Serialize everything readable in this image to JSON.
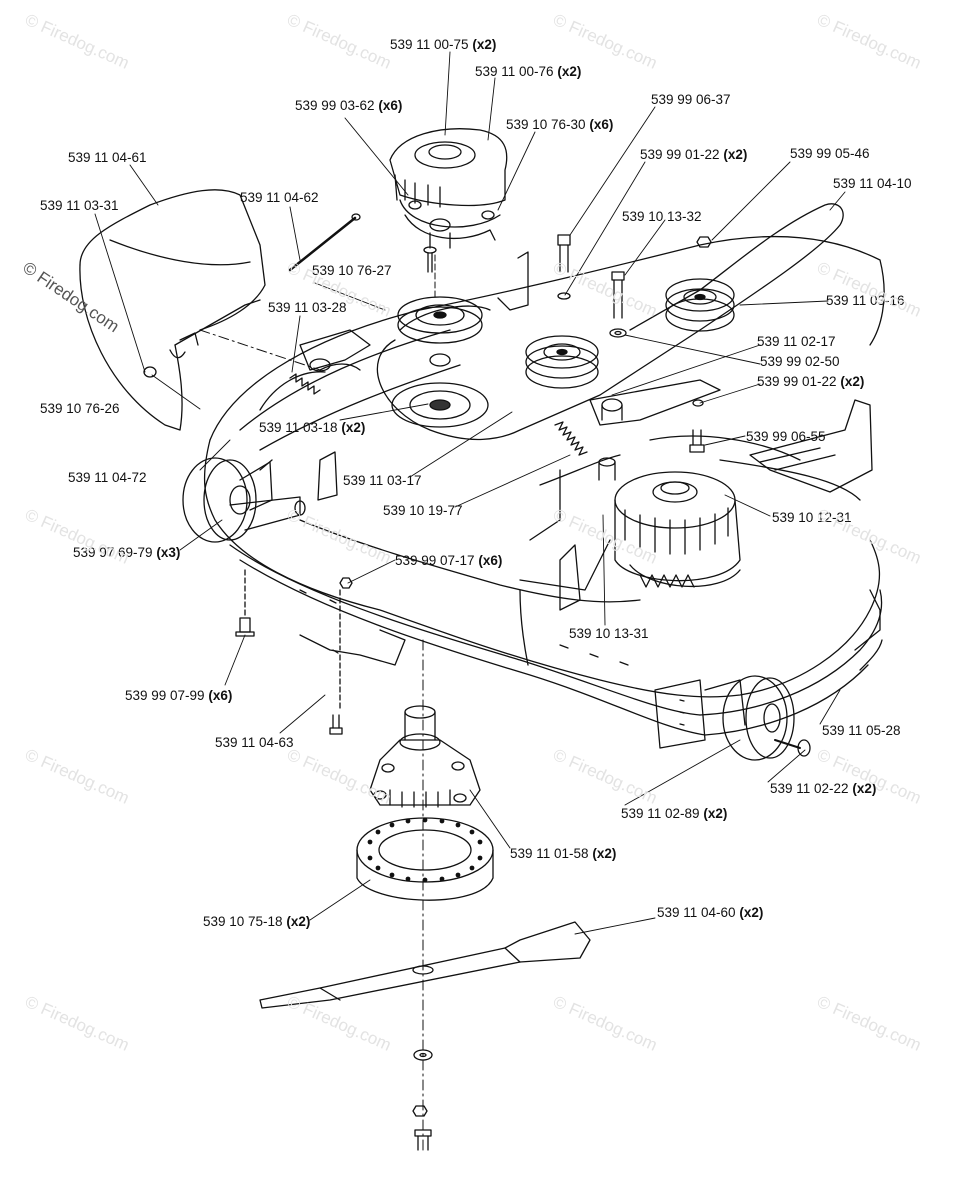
{
  "watermark": "© Firedog.com",
  "side_watermark": "© Firedog.com",
  "labels": [
    {
      "part": "539 11 00-75",
      "qty": "(x2)"
    },
    {
      "part": "539 11 00-76",
      "qty": "(x2)"
    },
    {
      "part": "539 99 03-62",
      "qty": "(x6)"
    },
    {
      "part": "539 99 06-37",
      "qty": ""
    },
    {
      "part": "539 10 76-30",
      "qty": "(x6)"
    },
    {
      "part": "539 11 04-61",
      "qty": ""
    },
    {
      "part": "539 99 01-22",
      "qty": "(x2)"
    },
    {
      "part": "539 99 05-46",
      "qty": ""
    },
    {
      "part": "539 11 04-10",
      "qty": ""
    },
    {
      "part": "539 11 03-31",
      "qty": ""
    },
    {
      "part": "539 11 04-62",
      "qty": ""
    },
    {
      "part": "539 10 13-32",
      "qty": ""
    },
    {
      "part": "539 10 76-27",
      "qty": ""
    },
    {
      "part": "539 11 03-16",
      "qty": ""
    },
    {
      "part": "539 11 03-28",
      "qty": ""
    },
    {
      "part": "539 11 02-17",
      "qty": ""
    },
    {
      "part": "539 99 02-50",
      "qty": ""
    },
    {
      "part": "539 99 01-22",
      "qty": "(x2)"
    },
    {
      "part": "539 10 76-26",
      "qty": ""
    },
    {
      "part": "539 11 03-18",
      "qty": "(x2)"
    },
    {
      "part": "539 99 06-55",
      "qty": ""
    },
    {
      "part": "539 11 04-72",
      "qty": ""
    },
    {
      "part": "539 11 03-17",
      "qty": ""
    },
    {
      "part": "539 10 19-77",
      "qty": ""
    },
    {
      "part": "539 10 12-31",
      "qty": ""
    },
    {
      "part": "539 97 69-79",
      "qty": "(x3)"
    },
    {
      "part": "539 99 07-17",
      "qty": "(x6)"
    },
    {
      "part": "539 10 13-31",
      "qty": ""
    },
    {
      "part": "539 99 07-99",
      "qty": "(x6)"
    },
    {
      "part": "539 11 04-63",
      "qty": ""
    },
    {
      "part": "539 11 05-28",
      "qty": ""
    },
    {
      "part": "539 11 02-22",
      "qty": "(x2)"
    },
    {
      "part": "539 11 02-89",
      "qty": "(x2)"
    },
    {
      "part": "539 11 01-58",
      "qty": "(x2)"
    },
    {
      "part": "539 10 75-18",
      "qty": "(x2)"
    },
    {
      "part": "539 11 04-60",
      "qty": "(x2)"
    }
  ]
}
